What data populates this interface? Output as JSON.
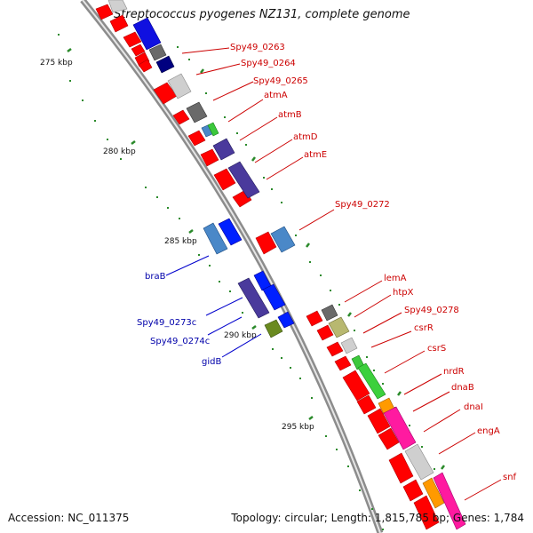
{
  "title": "Streptococcus pyogenes NZ131, complete genome",
  "accession": "Accession: NC_011375",
  "topology": "Topology: circular; Length: 1,815,785 bp; Genes: 1,784",
  "ticks": [
    "275 kbp",
    "280 kbp",
    "285 kbp",
    "290 kbp",
    "295 kbp"
  ],
  "forward_gene_labels": [
    "Spy49_0263",
    "Spy49_0264",
    "Spy49_0265",
    "atmA",
    "atmB",
    "atmD",
    "atmE",
    "Spy49_0272",
    "lemA",
    "htpX",
    "Spy49_0278",
    "csrR",
    "csrS",
    "nrdR",
    "dnaB",
    "dnaI",
    "engA",
    "snf"
  ],
  "reverse_gene_labels": [
    "braB",
    "Spy49_0273c",
    "Spy49_0274c",
    "gidB"
  ],
  "colors": {
    "forward_label": "#cc0000",
    "reverse_label": "#0000aa",
    "tick": "#2a8a2a",
    "backbone": "#9a9a9a"
  }
}
